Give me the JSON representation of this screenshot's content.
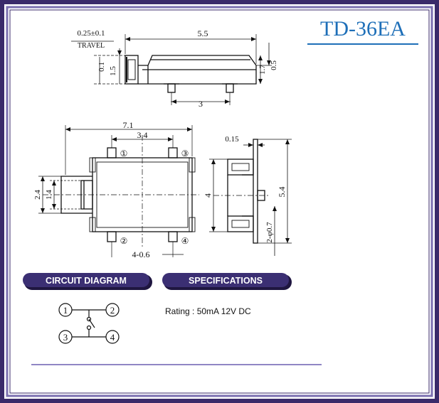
{
  "title": "TD-36EA",
  "colors": {
    "frame_outer": "#3a2a6a",
    "frame_inner": "#7b6fb0",
    "title_text": "#1e6fb8",
    "pill_fill": "#3b2f73",
    "rule": "#6b5fb0",
    "ink": "#111111"
  },
  "side_view": {
    "travel_value": "0.25±0.1",
    "travel_label": "TRAVEL",
    "dim_width": "5.5",
    "dim_left_small": "0.1",
    "dim_left_height": "1.5",
    "dim_right_body": "1.7",
    "dim_right_top": "0.5",
    "dim_pin_spacing": "3"
  },
  "top_view": {
    "dim_overall": "7.1",
    "dim_pad_spacing": "3.4",
    "dim_outer_height": "2.4",
    "dim_inner_height": "1.4",
    "dim_pins": "4-0.6",
    "pin_labels": [
      "①",
      "②",
      "③",
      "④"
    ]
  },
  "end_view": {
    "dim_thickness": "0.15",
    "dim_height": "4",
    "dim_total": "5.4",
    "dim_pins": "2-φ0.7"
  },
  "sections": {
    "circuit": "CIRCUIT DIAGRAM",
    "specs": "SPECIFICATIONS"
  },
  "circuit": {
    "pins": [
      "1",
      "2",
      "3",
      "4"
    ]
  },
  "specs": {
    "rating": "Rating : 50mA 12V DC"
  }
}
